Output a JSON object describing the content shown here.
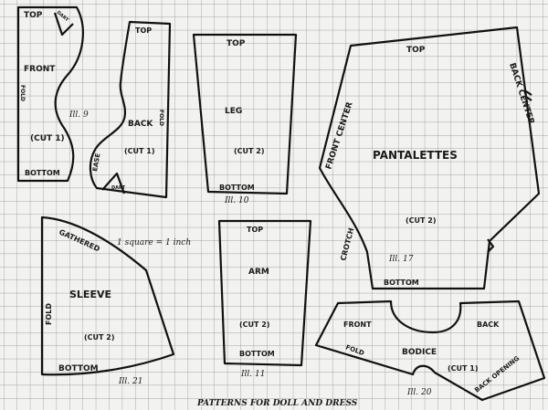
{
  "caption": "PATTERNS FOR DOLL AND DRESS",
  "scale_note": "1 square = 1 inch",
  "front_piece": {
    "top": "TOP",
    "dart": "DART",
    "front": "FRONT",
    "fold": "FOLD",
    "cut": "(CUT 1)",
    "bottom": "BOTTOM"
  },
  "back_piece": {
    "illustration": "Ill. 9",
    "top": "TOP",
    "back": "BACK",
    "fold": "FOLD",
    "ease": "EASE",
    "cut": "(CUT 1)",
    "dart": "DART"
  },
  "leg_piece": {
    "top": "TOP",
    "name": "LEG",
    "cut": "(CUT 2)",
    "bottom": "BOTTOM",
    "illustration": "Ill. 10"
  },
  "pantalettes_piece": {
    "top": "TOP",
    "front_center": "FRONT CENTER",
    "back_center": "BACK CENTER",
    "name": "PANTALETTES",
    "cut": "(CUT 2)",
    "crotch": "CROTCH",
    "illustration": "Ill. 17",
    "bottom": "BOTTOM"
  },
  "sleeve_piece": {
    "gathered": "GATHERED",
    "name": "SLEEVE",
    "fold": "FOLD",
    "cut": "(CUT 2)",
    "bottom": "BOTTOM",
    "illustration": "Ill. 21"
  },
  "arm_piece": {
    "top": "TOP",
    "name": "ARM",
    "cut": "(CUT 2)",
    "bottom": "BOTTOM",
    "illustration": "Ill. 11"
  },
  "bodice_piece": {
    "front": "FRONT",
    "back": "BACK",
    "fold": "FOLD",
    "name": "BODICE",
    "cut": "(CUT 1)",
    "back_opening": "BACK OPENING",
    "illustration": "Ill. 20"
  }
}
